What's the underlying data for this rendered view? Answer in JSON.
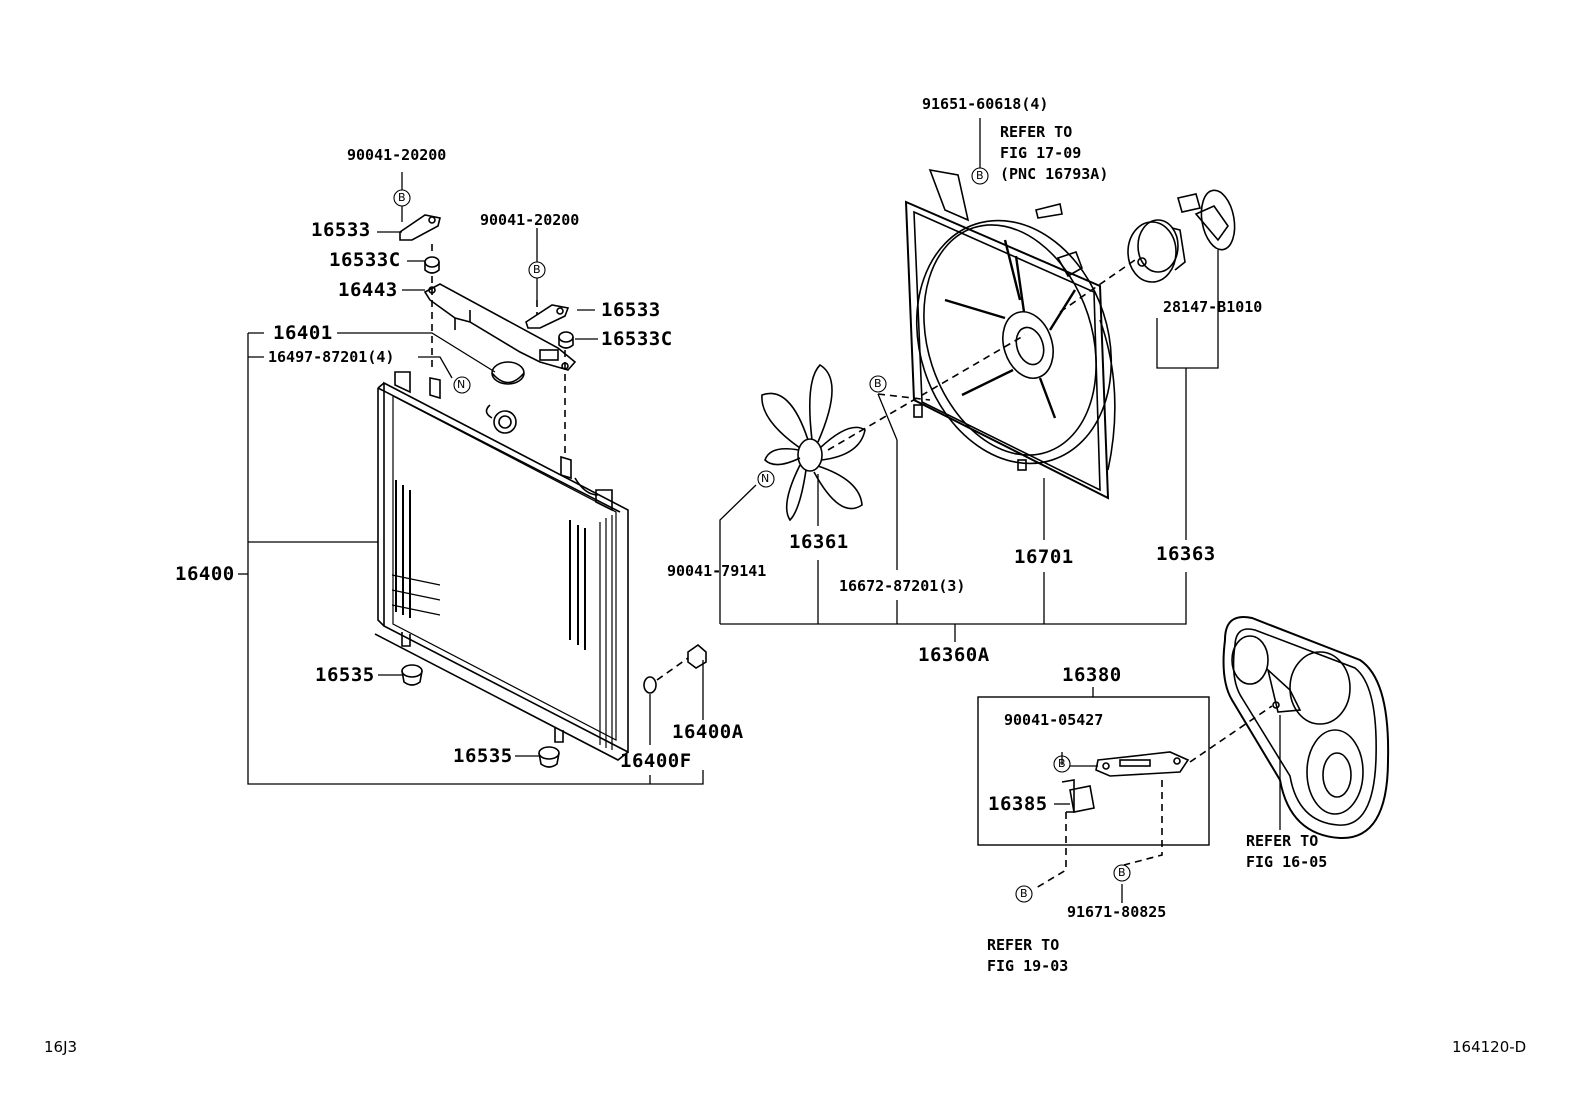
{
  "corner_left": "16J3",
  "corner_right": "164120-D",
  "notes": {
    "refer_17_09": "REFER TO\nFIG 17-09\n(PNC 16793A)",
    "refer_16_05": "REFER TO\nFIG 16-05",
    "refer_19_03": "REFER TO\nFIG 19-03"
  },
  "part_labels": {
    "p90041_20200_a": "90041-20200",
    "p16533_a": "16533",
    "p16533c_a": "16533C",
    "p16443": "16443",
    "p90041_20200_b": "90041-20200",
    "p16533_b": "16533",
    "p16533c_b": "16533C",
    "p16401": "16401",
    "p16497": "16497-87201(4)",
    "p16400": "16400",
    "p16535_a": "16535",
    "p16535_b": "16535",
    "p16400a": "16400A",
    "p16400f": "16400F",
    "p91651": "91651-60618(4)",
    "p28147": "28147-B1010",
    "p16361": "16361",
    "p90041_79141": "90041-79141",
    "p16672": "16672-87201(3)",
    "p16701": "16701",
    "p16363": "16363",
    "p16360a": "16360A",
    "p16380": "16380",
    "p90041_05427": "90041-05427",
    "p16385": "16385",
    "p91671": "91671-80825"
  },
  "badges": {
    "b": "B",
    "n": "N"
  }
}
